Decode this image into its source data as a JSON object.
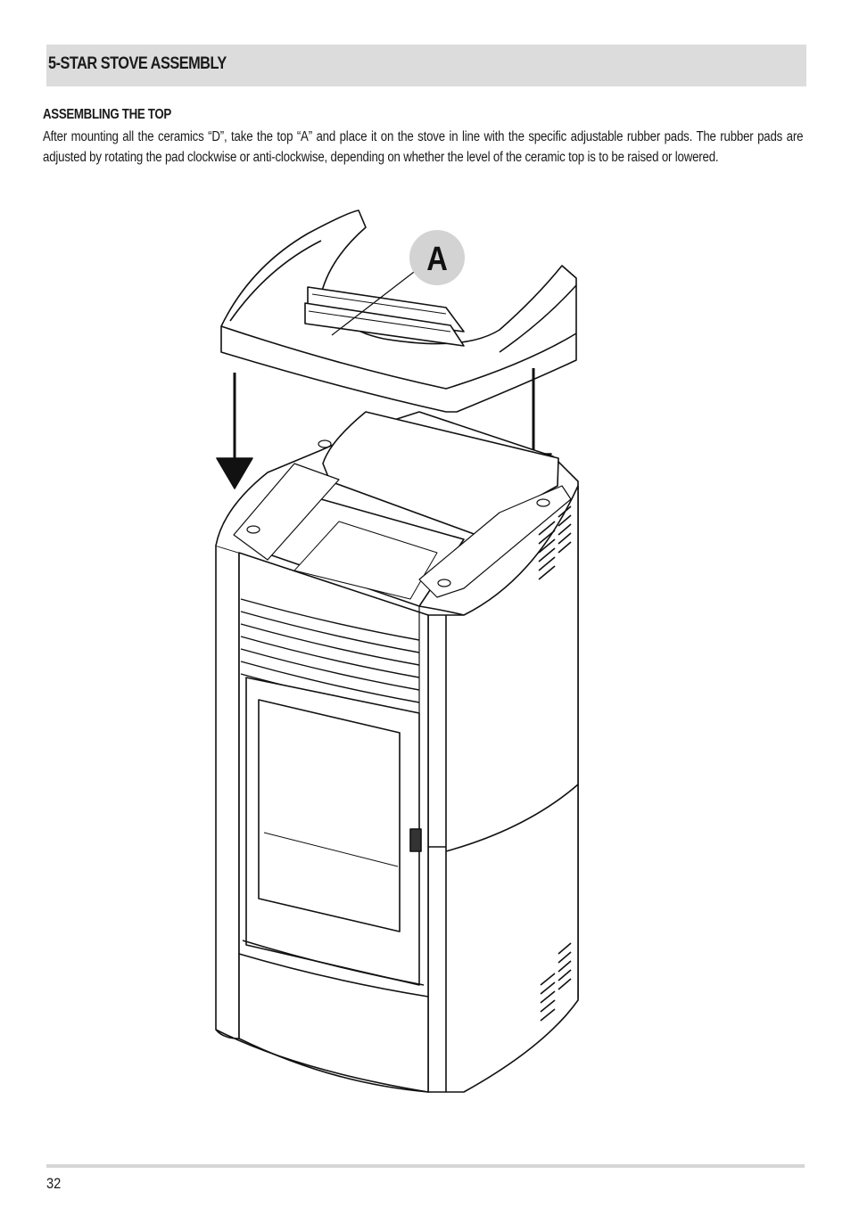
{
  "section": {
    "title": "5-STAR STOVE ASSEMBLY"
  },
  "subsection": {
    "title": "ASSEMBLING THE TOP",
    "body": "After mounting all the ceramics “D”, take the top “A” and place it on the stove in line with the specific adjustable rubber pads. The rubber pads are adjusted by rotating the pad clockwise or anti-clockwise, depending on whether the level of the ceramic top is to be raised or lowered."
  },
  "figure": {
    "callout_label": "A"
  },
  "footer": {
    "page_number": "32"
  }
}
